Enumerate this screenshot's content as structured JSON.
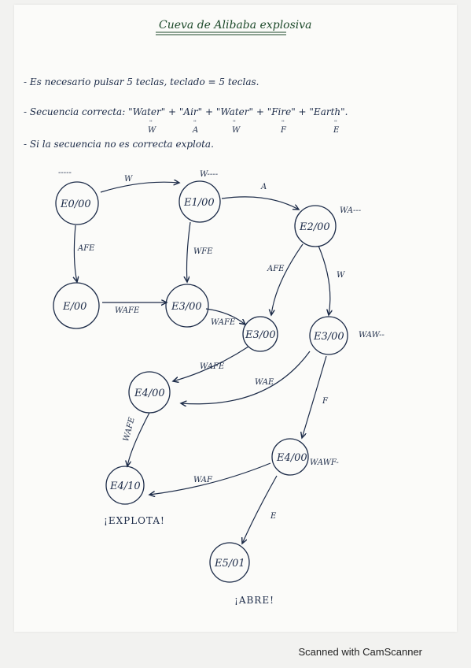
{
  "title": "Cueva de Alibaba explosiva",
  "notes": [
    "- Es necesario pulsar 5 teclas, teclado = 5 teclas.",
    "- Secuencia correcta: \"Water\" + \"Air\" + \"Water\" + \"Fire\" + \"Earth\".",
    "- Si la secuencia no es correcta explota."
  ],
  "sequence_letters": [
    "W",
    "A",
    "W",
    "F",
    "E"
  ],
  "states": {
    "e0": "E0/00",
    "e1": "E1/00",
    "e2": "E2/00",
    "e3": "E3/00",
    "e4": "E4/00",
    "e5": "E5/01",
    "ea": "E/00",
    "eb": "E3/00",
    "ec": "E3/00",
    "ed": "E4/00",
    "ef": "E4/10"
  },
  "edges": {
    "e0_e1": "W",
    "e1_e2": "A",
    "e0_ea": "AFE",
    "e1_eb": "WFE",
    "ea_eb": "WAFE",
    "e2_ec": "AFE",
    "e2_e3": "W",
    "eb_ec": "WAFE",
    "ec_ed": "WAFE",
    "e3_ed": "WAE",
    "ed_ef": "WAFE",
    "e3_e4": "F",
    "e4_ef": "WAF",
    "e4_e5": "E"
  },
  "self_loops": {
    "e0": "-----",
    "e1": "W----",
    "e2": "WA---",
    "e3": "WAW--",
    "e4": "WAWF-"
  },
  "outputs": {
    "explota": "¡EXPLOTA!",
    "abre": "¡ABRE!"
  },
  "footer": "Scanned with CamScanner",
  "colors": {
    "ink": "#1c2b48",
    "title_ink": "#1d4a2a"
  }
}
